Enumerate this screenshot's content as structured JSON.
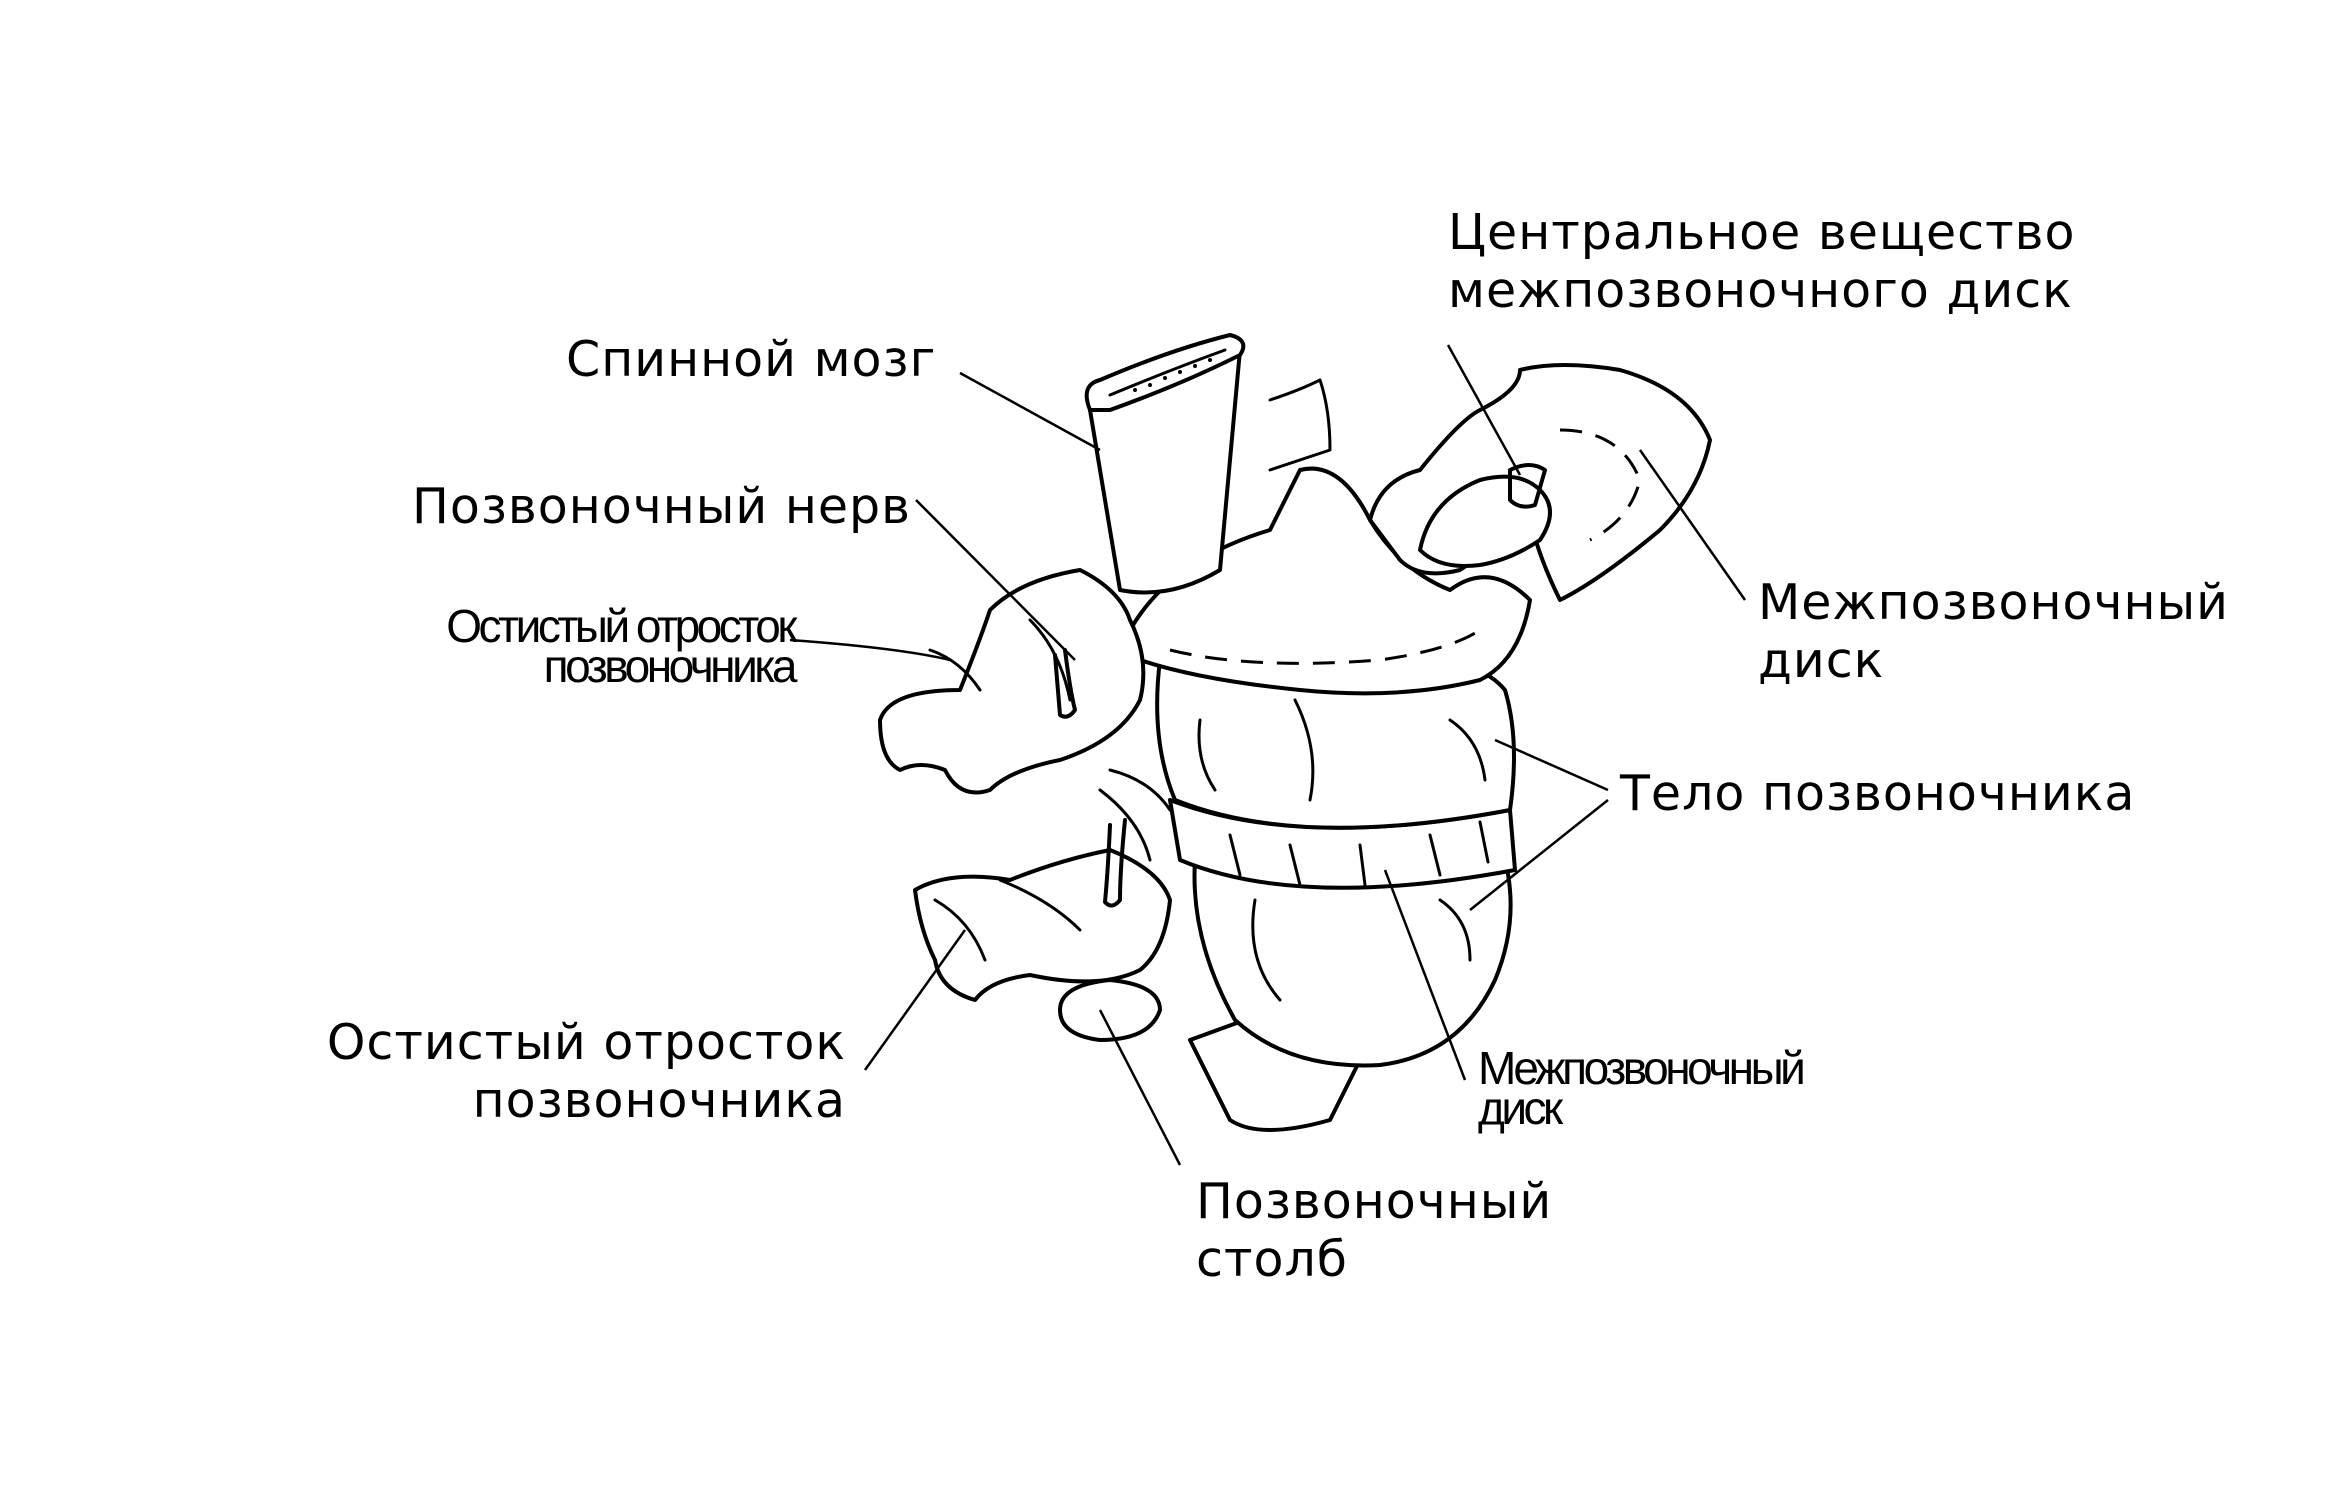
{
  "labels": {
    "central_substance": [
      "Центральное вещество",
      "межпозвоночного диск"
    ],
    "spinal_cord": "Спинной мозг",
    "spinal_nerve": "Позвоночный нерв",
    "spinous_process_upper": [
      "Остистый отросток",
      "позвоночника"
    ],
    "intervertebral_disc_right": [
      "Межпозвоночный",
      "диск"
    ],
    "vertebral_body": "Тело позвоночника",
    "spinous_process_lower": [
      "Остистый отросток",
      "позвоночника"
    ],
    "intervertebral_disc_lower": [
      "Межпозвоночный",
      "диск"
    ],
    "spinal_column": [
      "Позвоночный",
      "столб"
    ]
  },
  "colors": {
    "ink": "#000000",
    "background": "#ffffff"
  }
}
